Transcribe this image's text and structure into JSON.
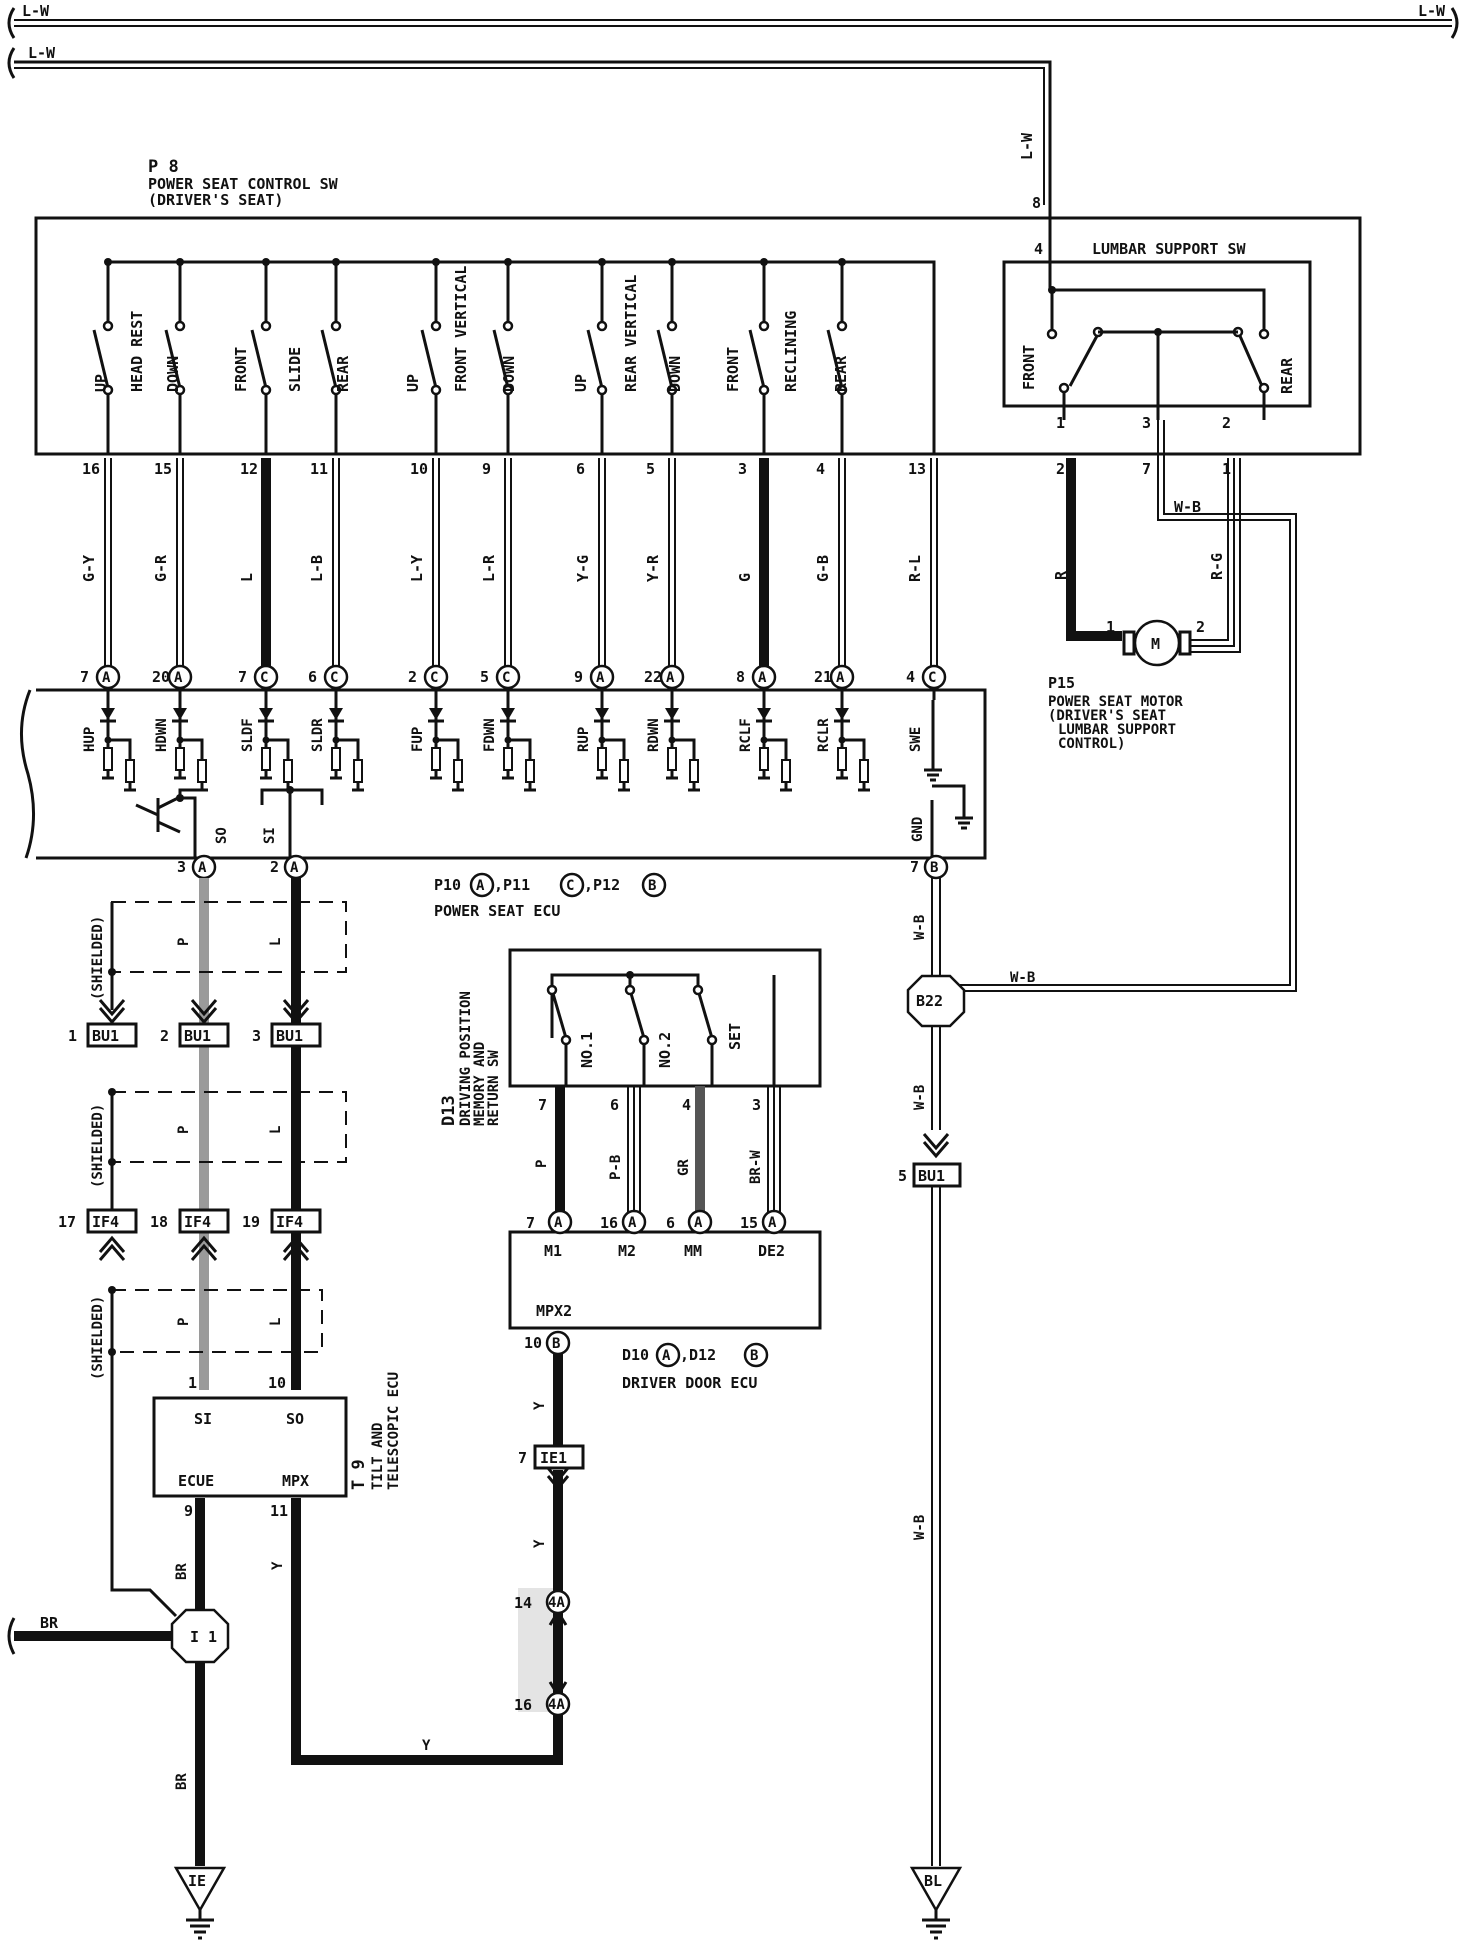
{
  "power_lines": {
    "top_left": "L-W",
    "top_right": "L-W",
    "second_left": "L-W",
    "vertical": "L-W",
    "pin_top": "8"
  },
  "p8": {
    "id": "P 8",
    "title": "POWER SEAT CONTROL SW",
    "subtitle": "(DRIVER'S SEAT)"
  },
  "seat_switches": [
    "UP",
    "HEAD REST",
    "DOWN",
    "FRONT",
    "SLIDE",
    "REAR",
    "UP",
    "FRONT VERTICAL",
    "DOWN",
    "UP",
    "REAR VERTICAL",
    "DOWN",
    "FRONT",
    "RECLINING",
    "REAR"
  ],
  "lumbar": {
    "title": "LUMBAR SUPPORT SW",
    "front": "FRONT",
    "rear": "REAR",
    "pin_in": "4",
    "pins": [
      "1",
      "3",
      "2"
    ]
  },
  "p8_pins": [
    "16",
    "15",
    "12",
    "11",
    "10",
    "9",
    "6",
    "5",
    "3",
    "4",
    "13"
  ],
  "wire_colors": [
    "G-Y",
    "G-R",
    "L",
    "L-B",
    "L-Y",
    "L-R",
    "Y-G",
    "Y-R",
    "G",
    "G-B",
    "R-L"
  ],
  "ecu_pins": [
    {
      "pin": "7",
      "conn": "A"
    },
    {
      "pin": "20",
      "conn": "A"
    },
    {
      "pin": "7",
      "conn": "C"
    },
    {
      "pin": "6",
      "conn": "C"
    },
    {
      "pin": "2",
      "conn": "C"
    },
    {
      "pin": "5",
      "conn": "C"
    },
    {
      "pin": "9",
      "conn": "A"
    },
    {
      "pin": "22",
      "conn": "A"
    },
    {
      "pin": "8",
      "conn": "A"
    },
    {
      "pin": "21",
      "conn": "A"
    },
    {
      "pin": "4",
      "conn": "C"
    }
  ],
  "ecu_terms": [
    "HUP",
    "HDWN",
    "SLDF",
    "SLDR",
    "FUP",
    "FDWN",
    "RUP",
    "RDWN",
    "RCLF",
    "RCLR",
    "SWE"
  ],
  "ecu_inner": {
    "so": "SO",
    "si": "SI",
    "gnd": "GND"
  },
  "ecu_bottom_pins": [
    {
      "pin": "3",
      "conn": "A"
    },
    {
      "pin": "2",
      "conn": "A"
    },
    {
      "pin": "7",
      "conn": "B"
    }
  ],
  "ecu": {
    "prefix1": "P10",
    "c1": "A",
    "prefix2": ",P11",
    "c2": "C",
    "prefix3": ",P12",
    "c3": "B",
    "name": "POWER SEAT ECU"
  },
  "motor": {
    "pins_top": [
      "2",
      "7",
      "1"
    ],
    "wires": [
      "R",
      "W-B",
      "R-G"
    ],
    "pin_left": "1",
    "pin_right": "2",
    "symbol": "M",
    "id": "P15",
    "line1": "POWER SEAT MOTOR",
    "line2": "(DRIVER'S SEAT",
    "line3": "LUMBAR SUPPORT",
    "line4": "CONTROL)"
  },
  "shield_labels": [
    "(SHIELDED)",
    "(SHIELDED)",
    "(SHIELDED)"
  ],
  "bus_wire_labels": {
    "p": "P",
    "l": "L"
  },
  "bu1_row": [
    {
      "n": "1",
      "c": "BU1"
    },
    {
      "n": "2",
      "c": "BU1"
    },
    {
      "n": "3",
      "c": "BU1"
    }
  ],
  "if4_row": [
    {
      "n": "17",
      "c": "IF4"
    },
    {
      "n": "18",
      "c": "IF4"
    },
    {
      "n": "19",
      "c": "IF4"
    }
  ],
  "t9": {
    "id": "T 9",
    "line1": "TILT AND",
    "line2": "TELESCOPIC ECU",
    "si": "SI",
    "so": "SO",
    "ecue": "ECUE",
    "mpx": "MPX",
    "pin_si": "1",
    "pin_so": "10",
    "pin_ecue": "9",
    "pin_mpx": "11"
  },
  "d13": {
    "id": "D13",
    "line1": "DRIVING POSITION",
    "line2": "MEMORY AND",
    "line3": "RETURN SW",
    "switches": [
      "NO.1",
      "NO.2",
      "SET"
    ],
    "pins": [
      "7",
      "6",
      "4",
      "3"
    ],
    "wires": [
      "P",
      "P-B",
      "GR",
      "BR-W"
    ]
  },
  "d10": {
    "pins": [
      {
        "pin": "7",
        "conn": "A"
      },
      {
        "pin": "16",
        "conn": "A"
      },
      {
        "pin": "6",
        "conn": "A"
      },
      {
        "pin": "15",
        "conn": "A"
      }
    ],
    "terms": [
      "M1",
      "M2",
      "MM",
      "DE2"
    ],
    "mpx2": "MPX2",
    "pin_mpx2": "10",
    "conn_mpx2": "B",
    "prefix1": "D10",
    "c1": "A",
    "prefix2": ",D12",
    "c2": "B",
    "name": "DRIVER DOOR ECU"
  },
  "mpx_route": {
    "y1": "Y",
    "ie1_pin": "7",
    "ie1": "IE1",
    "y2": "Y",
    "p14": "14",
    "p16": "16",
    "c4a": "4A",
    "y_t9": "Y",
    "y_bottom": "Y"
  },
  "ground_left": {
    "br_in": "BR",
    "junction": "I 1",
    "br_up": "BR",
    "br_down": "BR",
    "ground": "IE"
  },
  "ground_right": {
    "wb1": "W-B",
    "b22": "B22",
    "wb_in": "W-B",
    "wb2": "W-B",
    "bu1_pin": "5",
    "bu1": "BU1",
    "wb3": "W-B",
    "ground": "BL"
  }
}
